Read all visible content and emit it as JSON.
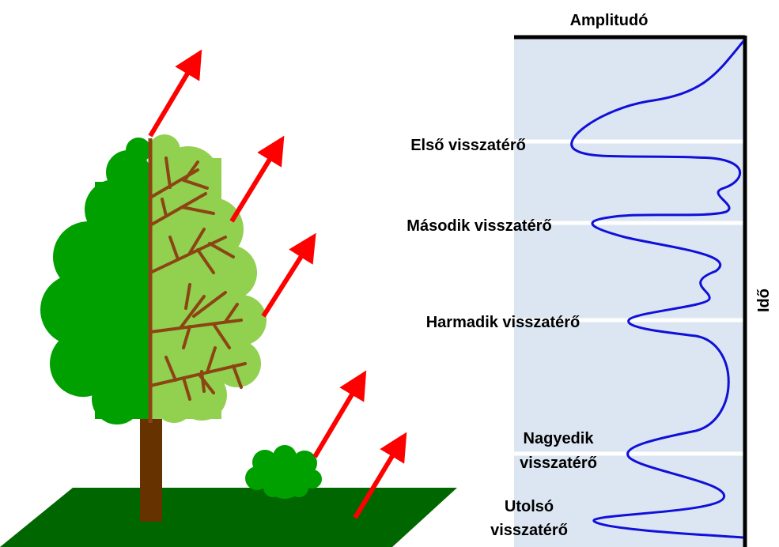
{
  "labels": {
    "amplitude": "Amplitudó",
    "time": "Idő",
    "returns": [
      {
        "lines": [
          "Első visszatérő"
        ]
      },
      {
        "lines": [
          "Második visszatérő"
        ]
      },
      {
        "lines": [
          "Harmadik visszatérő"
        ]
      },
      {
        "lines": [
          "Nagyedik",
          "visszatérő"
        ]
      },
      {
        "lines": [
          "Utolsó",
          "visszatérő"
        ]
      }
    ]
  },
  "colors": {
    "panel": "#dce6f2",
    "waveform": "#1010d8",
    "arrow": "#ff0000",
    "ground": "#006600",
    "trunk": "#663300",
    "branches": "#8b4513",
    "foliage_dark": "#00a000",
    "foliage_light": "#92d050",
    "bush": "#00a000"
  },
  "icons": [
    "laser-pulse-arrow",
    "tree-icon",
    "bush-icon",
    "ground-icon"
  ]
}
